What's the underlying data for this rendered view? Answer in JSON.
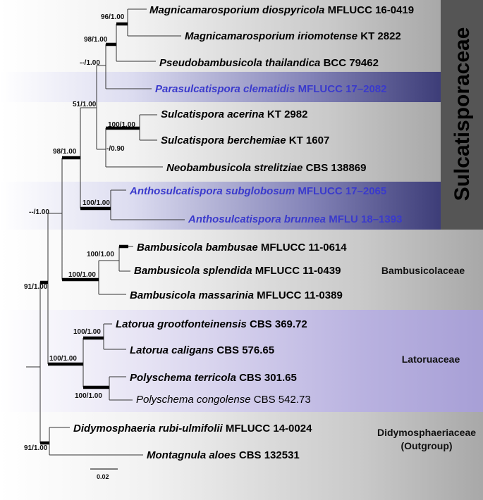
{
  "colors": {
    "accent_blue": "#3a3acc",
    "text": "#111111",
    "branch": "#333333",
    "sulcati_bar": "#555555",
    "latoru_band": "#a79fd6"
  },
  "families": {
    "sulcatisporaceae": "Sulcatisporaceae",
    "bambusicolaceae": "Bambusicolaceae",
    "latoruaceae": "Latoruaceae",
    "didymosphaeriaceae": "Didymosphaeriaceae",
    "outgroup": "(Outgroup)"
  },
  "taxa": [
    {
      "genus": "Magnicamarosporium diospyricola",
      "strain": "MFLUCC 16-0419",
      "highlight": false,
      "plain": false
    },
    {
      "genus": "Magnicamarosporium iriomotense",
      "strain": "KT 2822",
      "highlight": false,
      "plain": false
    },
    {
      "genus": "Pseudobambusicola thailandica",
      "strain": "BCC 79462",
      "highlight": false,
      "plain": false
    },
    {
      "genus": "Parasulcatispora clematidis",
      "strain": "MFLUCC 17–2082",
      "highlight": true,
      "plain": false
    },
    {
      "genus": "Sulcatispora acerina",
      "strain": "KT 2982",
      "highlight": false,
      "plain": false
    },
    {
      "genus": "Sulcatispora berchemiae",
      "strain": "KT 1607",
      "highlight": false,
      "plain": false
    },
    {
      "genus": "Neobambusicola strelitziae",
      "strain": "CBS 138869",
      "highlight": false,
      "plain": false
    },
    {
      "genus": "Anthosulcatispora subglobosum",
      "strain": "MFLUCC 17–2065",
      "highlight": true,
      "plain": false
    },
    {
      "genus": "Anthosulcatispora brunnea",
      "strain": "MFLU 18–1393",
      "highlight": true,
      "plain": false
    },
    {
      "genus": "Bambusicola bambusae",
      "strain": "MFLUCC 11-0614",
      "highlight": false,
      "plain": false
    },
    {
      "genus": "Bambusicola splendida",
      "strain": "MFLUCC 11-0439",
      "highlight": false,
      "plain": false
    },
    {
      "genus": "Bambusicola massarinia",
      "strain": "MFLUCC 11-0389",
      "highlight": false,
      "plain": false
    },
    {
      "genus": "Latorua grootfonteinensis",
      "strain": "CBS 369.72",
      "highlight": false,
      "plain": false
    },
    {
      "genus": "Latorua caligans",
      "strain": "CBS 576.65",
      "highlight": false,
      "plain": false
    },
    {
      "genus": "Polyschema terricola",
      "strain": "CBS 301.65",
      "highlight": false,
      "plain": false
    },
    {
      "genus": "Polyschema congolense",
      "strain": "CBS 542.73",
      "highlight": false,
      "plain": true
    },
    {
      "genus": "Didymosphaeria rubi-ulmifolii",
      "strain": "MFLUCC 14-0024",
      "highlight": false,
      "plain": false
    },
    {
      "genus": "Montagnula aloes",
      "strain": "CBS 132531",
      "highlight": false,
      "plain": false
    }
  ],
  "supports": [
    "96/1.00",
    "98/1.00",
    "--/1.00",
    "51/1.00",
    "100/1.00",
    "-/0.90",
    "98/1.00",
    "100/1.00",
    "--/1.00",
    "100/1.00",
    "100/1.00",
    "91/1.00",
    "100/1.00",
    "100/1.00",
    "100/1.00",
    "91/1.00"
  ],
  "scale_bar": {
    "label": "0.02"
  }
}
